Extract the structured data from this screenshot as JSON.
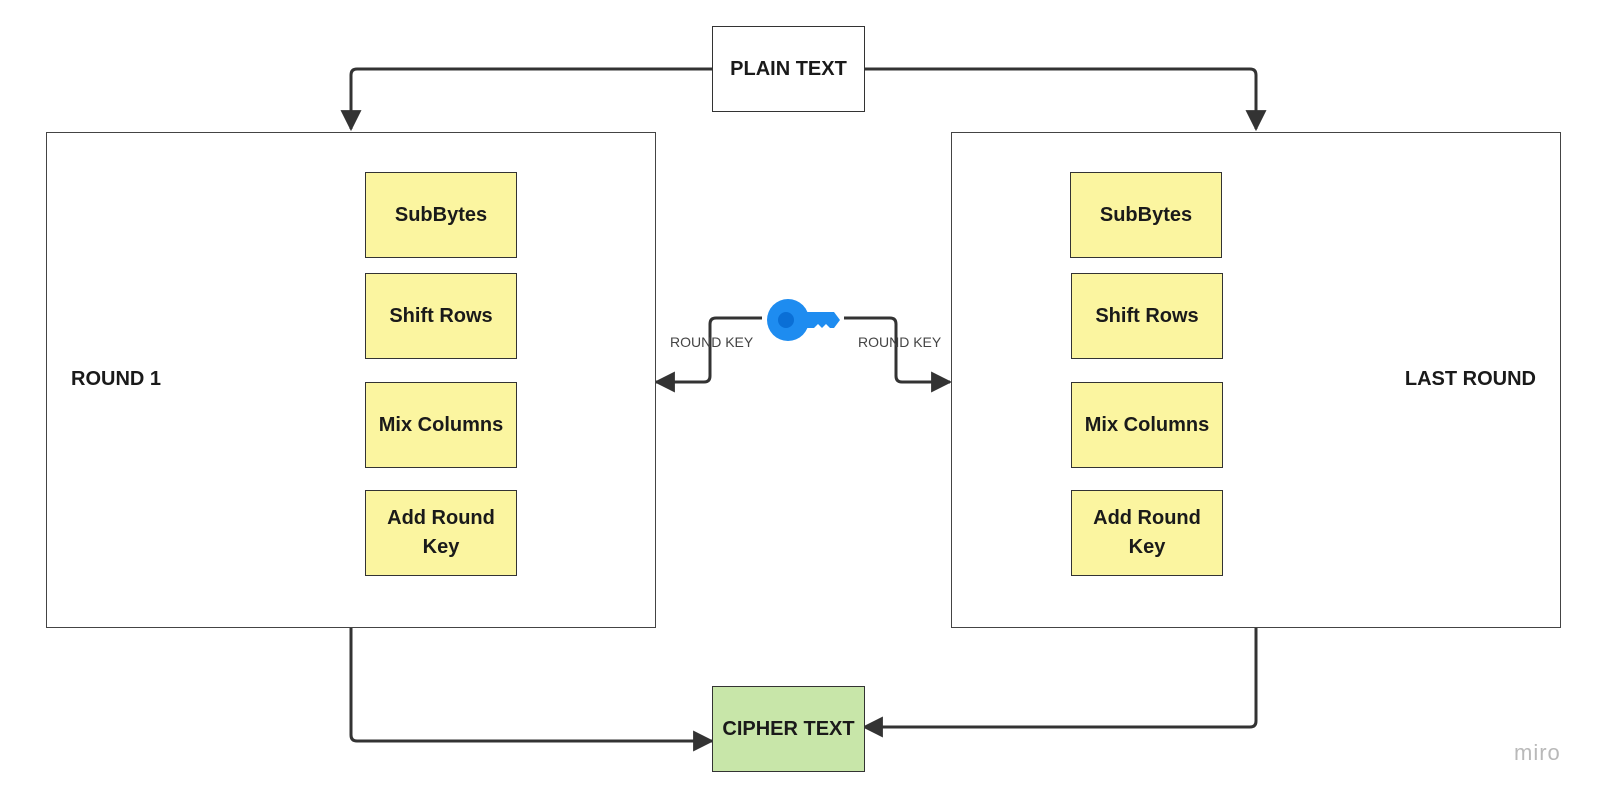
{
  "plain_text": "PLAIN TEXT",
  "cipher_text": "CIPHER TEXT",
  "round_first": {
    "label": "ROUND 1",
    "steps": [
      "SubBytes",
      "Shift Rows",
      "Mix Columns",
      "Add Round Key"
    ]
  },
  "round_last": {
    "label": "LAST ROUND",
    "steps": [
      "SubBytes",
      "Shift Rows",
      "Mix Columns",
      "Add Round Key"
    ]
  },
  "round_key_left": "ROUND KEY",
  "round_key_right": "ROUND KEY",
  "icons": {
    "key": "key-icon"
  },
  "colors": {
    "key": "#1e8cf0",
    "step_fill": "#fbf5a0",
    "cipher_fill": "#c8e6a9"
  },
  "watermark": "miro"
}
